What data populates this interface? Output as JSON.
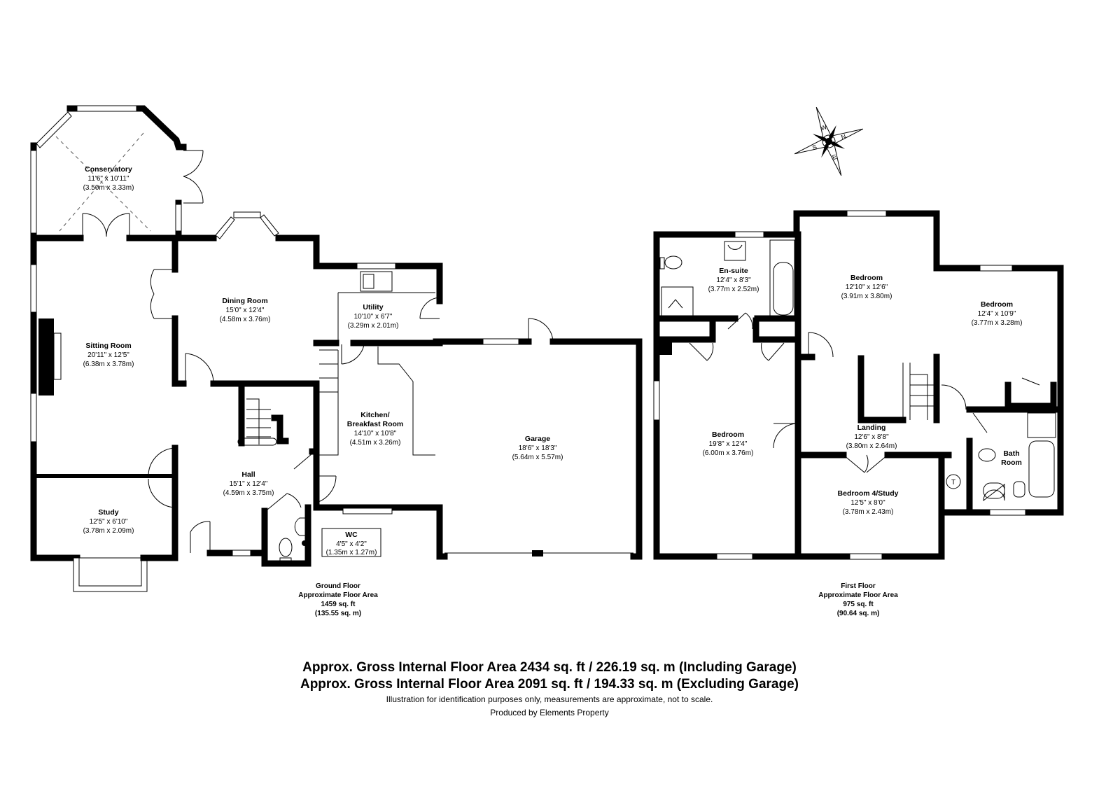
{
  "ground_floor": {
    "rooms": [
      {
        "name": "Conservatory",
        "imperial": "11'6\" x 10'11\"",
        "metric": "(3.50m x 3.33m)"
      },
      {
        "name": "Dining Room",
        "imperial": "15'0\" x 12'4\"",
        "metric": "(4.58m x 3.76m)"
      },
      {
        "name": "Utility",
        "imperial": "10'10\" x 6'7\"",
        "metric": "(3.29m x 2.01m)"
      },
      {
        "name": "Sitting Room",
        "imperial": "20'11\" x 12'5\"",
        "metric": "(6.38m x 3.78m)"
      },
      {
        "name": "Kitchen/",
        "name2": "Breakfast Room",
        "imperial": "14'10\" x 10'8\"",
        "metric": "(4.51m x 3.26m)"
      },
      {
        "name": "Garage",
        "imperial": "18'6\" x 18'3\"",
        "metric": "(5.64m x 5.57m)"
      },
      {
        "name": "Hall",
        "imperial": "15'1\" x 12'4\"",
        "metric": "(4.59m x 3.75m)"
      },
      {
        "name": "Study",
        "imperial": "12'5\" x 6'10\"",
        "metric": "(3.78m x 2.09m)"
      },
      {
        "name": "WC",
        "imperial": "4'5\" x 4'2\"",
        "metric": "(1.35m x 1.27m)"
      }
    ],
    "area": {
      "title": "Ground Floor",
      "label": "Approximate Floor Area",
      "sqft": "1459 sq. ft",
      "sqm": "(135.55 sq. m)"
    }
  },
  "first_floor": {
    "rooms": [
      {
        "name": "En-suite",
        "imperial": "12'4\" x 8'3\"",
        "metric": "(3.77m x 2.52m)"
      },
      {
        "name": "Bedroom",
        "imperial": "12'10\" x 12'6\"",
        "metric": "(3.91m x 3.80m)"
      },
      {
        "name": "Bedroom",
        "imperial": "12'4\" x 10'9\"",
        "metric": "(3.77m x 3.28m)"
      },
      {
        "name": "Bedroom",
        "imperial": "19'8\" x 12'4\"",
        "metric": "(6.00m x 3.76m)"
      },
      {
        "name": "Landing",
        "imperial": "12'6\" x 8'8\"",
        "metric": "(3.80m x 2.64m)"
      },
      {
        "name": "Bath",
        "name2": "Room"
      },
      {
        "name": "Bedroom 4/Study",
        "imperial": "12'5\" x 8'0\"",
        "metric": "(3.78m x 2.43m)"
      }
    ],
    "tank_label": "T",
    "area": {
      "title": "First Floor",
      "label": "Approximate Floor Area",
      "sqft": "975 sq. ft",
      "sqm": "(90.64 sq. m)"
    }
  },
  "compass": {
    "letters": [
      "W",
      "N",
      "E",
      "S"
    ]
  },
  "footer": {
    "gross_incl": "Approx. Gross Internal Floor Area 2434 sq. ft / 226.19 sq. m (Including Garage)",
    "gross_excl": "Approx. Gross Internal Floor Area 2091 sq. ft / 194.33 sq. m (Excluding Garage)",
    "disclaimer": "Illustration for identification purposes only, measurements are approximate, not to scale.",
    "producer": "Produced by Elements Property"
  }
}
